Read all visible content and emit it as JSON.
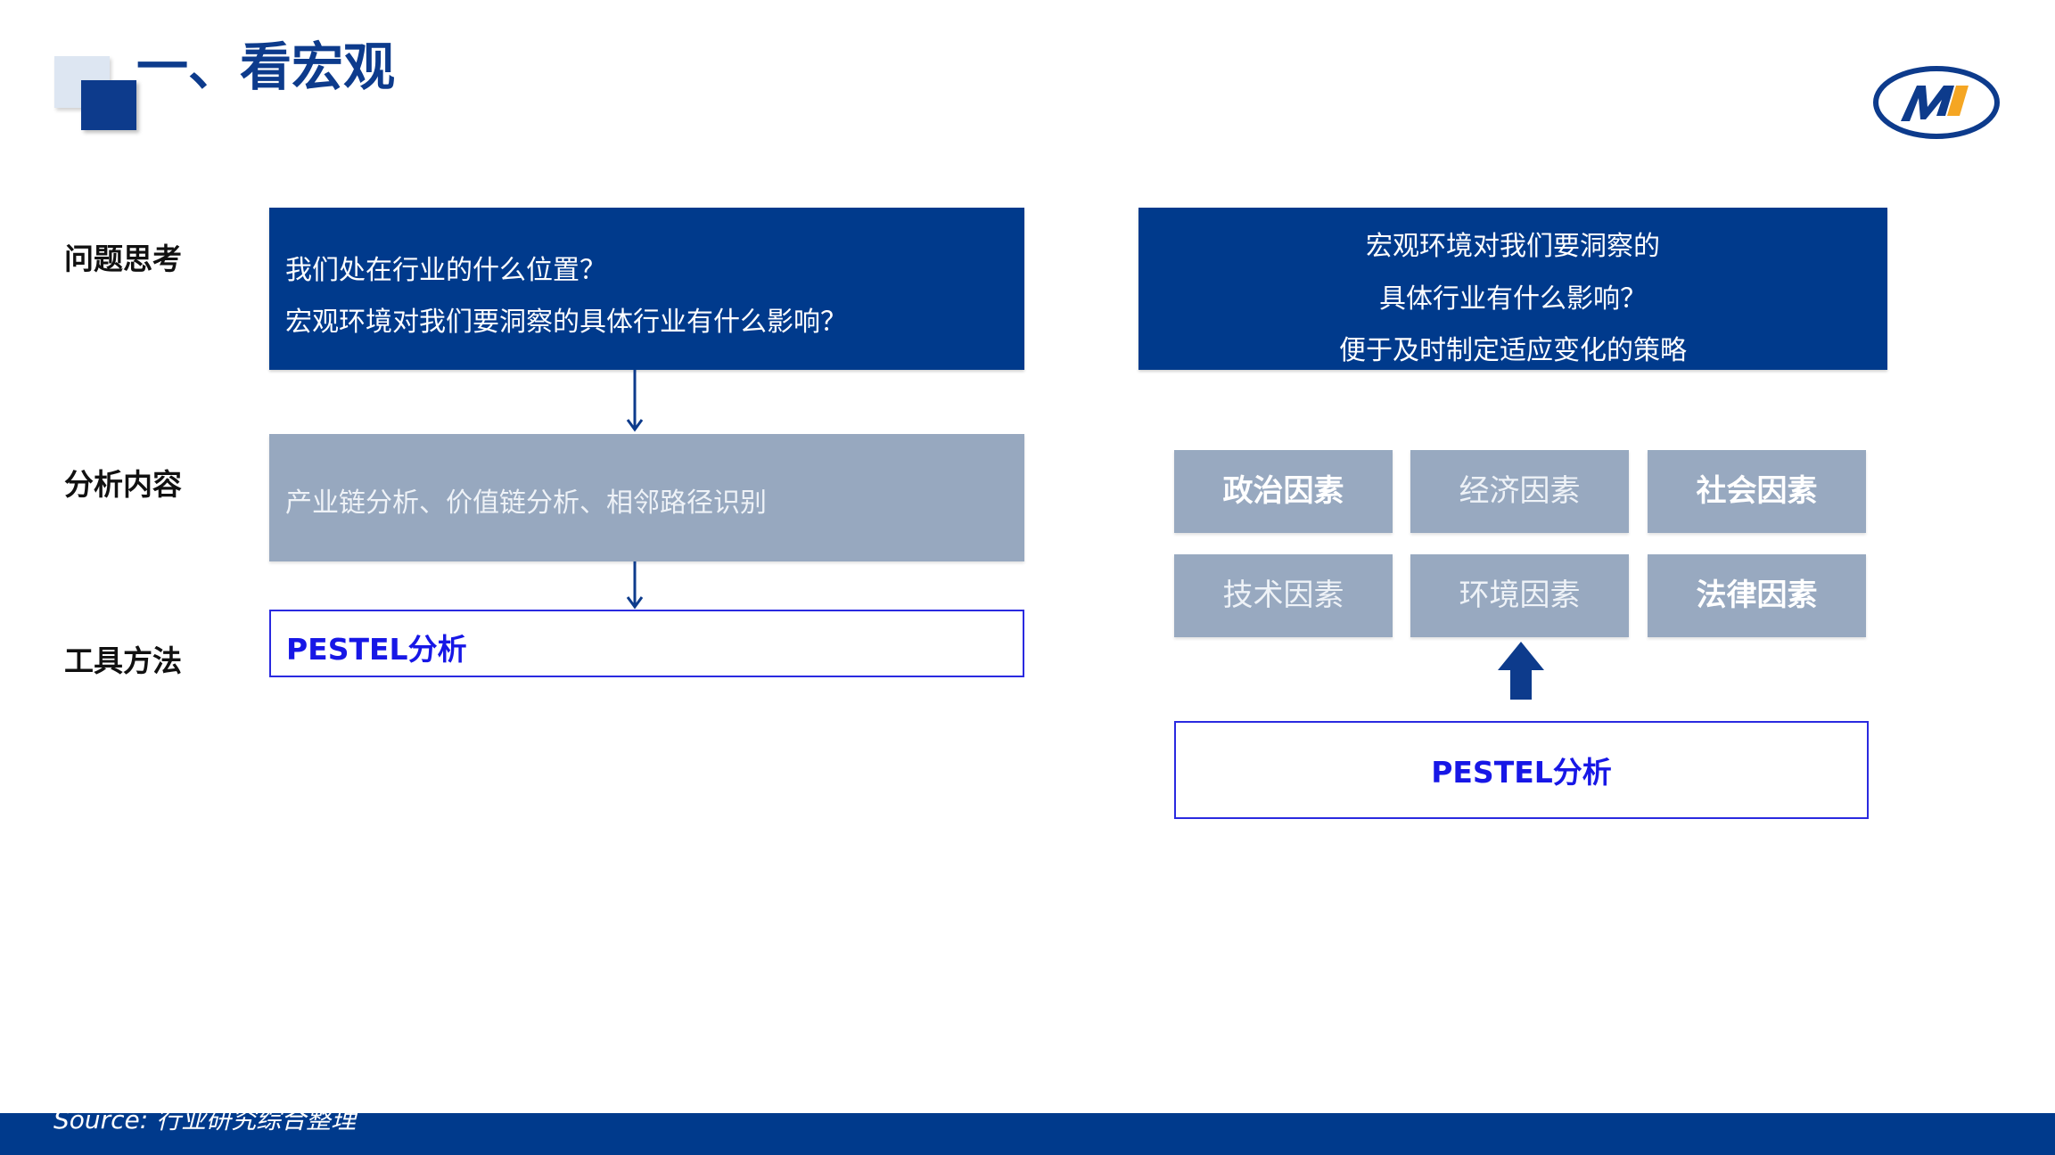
{
  "page": {
    "title": "一、看宏观",
    "source": "Source: 行业研究综合整理"
  },
  "labels": {
    "question": "问题思考",
    "analysis": "分析内容",
    "tools": "工具方法"
  },
  "left": {
    "questions": [
      "我们处在行业的什么位置？",
      "宏观环境对我们要洞察的具体行业有什么影响？"
    ],
    "analysis": "产业链分析、价值链分析、相邻路径识别",
    "tool": "PESTEL分析"
  },
  "right": {
    "header_lines": [
      "宏观环境对我们要洞察的",
      "具体行业有什么影响？",
      "便于及时制定适应变化的策略"
    ],
    "factors": [
      "政治因素",
      "经济因素",
      "社会因素",
      "技术因素",
      "环境因素",
      "法律因素"
    ],
    "tool": "PESTEL分析"
  },
  "colors": {
    "primary": "#003a8c",
    "gray_box": "#97a8bf",
    "pestel_text": "#1717e6",
    "logo_orange": "#f5a623"
  },
  "icons": {
    "logo": "company-logo-m",
    "down_arrow": "down-arrow-icon",
    "up_arrow": "up-arrow-icon"
  }
}
